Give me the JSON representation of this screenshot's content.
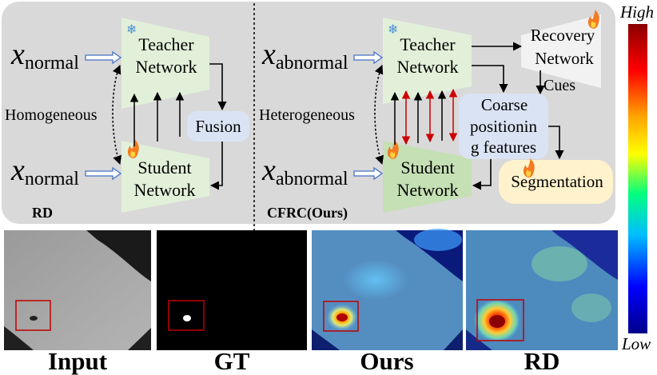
{
  "left_panel": {
    "input_top_var": "x",
    "input_top_sub": "normal",
    "input_bottom_var": "x",
    "input_bottom_sub": "normal",
    "teacher_line1": "Teacher",
    "teacher_line2": "Network",
    "student_line1": "Student",
    "student_line2": "Network",
    "side_label": "Homogeneous",
    "fusion_label": "Fusion",
    "panel_label": "RD"
  },
  "right_panel": {
    "input_top_var": "x",
    "input_top_sub": "abnormal",
    "input_bottom_var": "x",
    "input_bottom_sub": "abnormal",
    "teacher_line1": "Teacher",
    "teacher_line2": "Network",
    "student_line1": "Student",
    "student_line2": "Network",
    "side_label": "Heterogeneous",
    "recovery_line1": "Recovery",
    "recovery_line2": "Network",
    "cues_label": "Cues",
    "coarse_line1": "Coarse",
    "coarse_line2": "positionin",
    "coarse_line3": "g features",
    "segmentation_label": "Segmentation",
    "panel_label": "CFRC(Ours)"
  },
  "colorbar": {
    "high_label": "High",
    "low_label": "Low",
    "colors": [
      "#8b0000",
      "#ff0000",
      "#ffa500",
      "#ffff00",
      "#00ff7f",
      "#00bfff",
      "#0000ff",
      "#00008b"
    ]
  },
  "captions": [
    "Input",
    "GT",
    "Ours",
    "RD"
  ],
  "colors": {
    "panel_bg": "#d9d9d9",
    "network_fill": "#e2f0d9",
    "student_right_fill": "#c5e0b4",
    "fusion_fill": "#dae3f3",
    "segmentation_fill": "#fff2cc",
    "red_arrow": "#cc0000",
    "highlight_box": "#c00000"
  },
  "icons": [
    "snowflake-icon",
    "flame-icon"
  ]
}
